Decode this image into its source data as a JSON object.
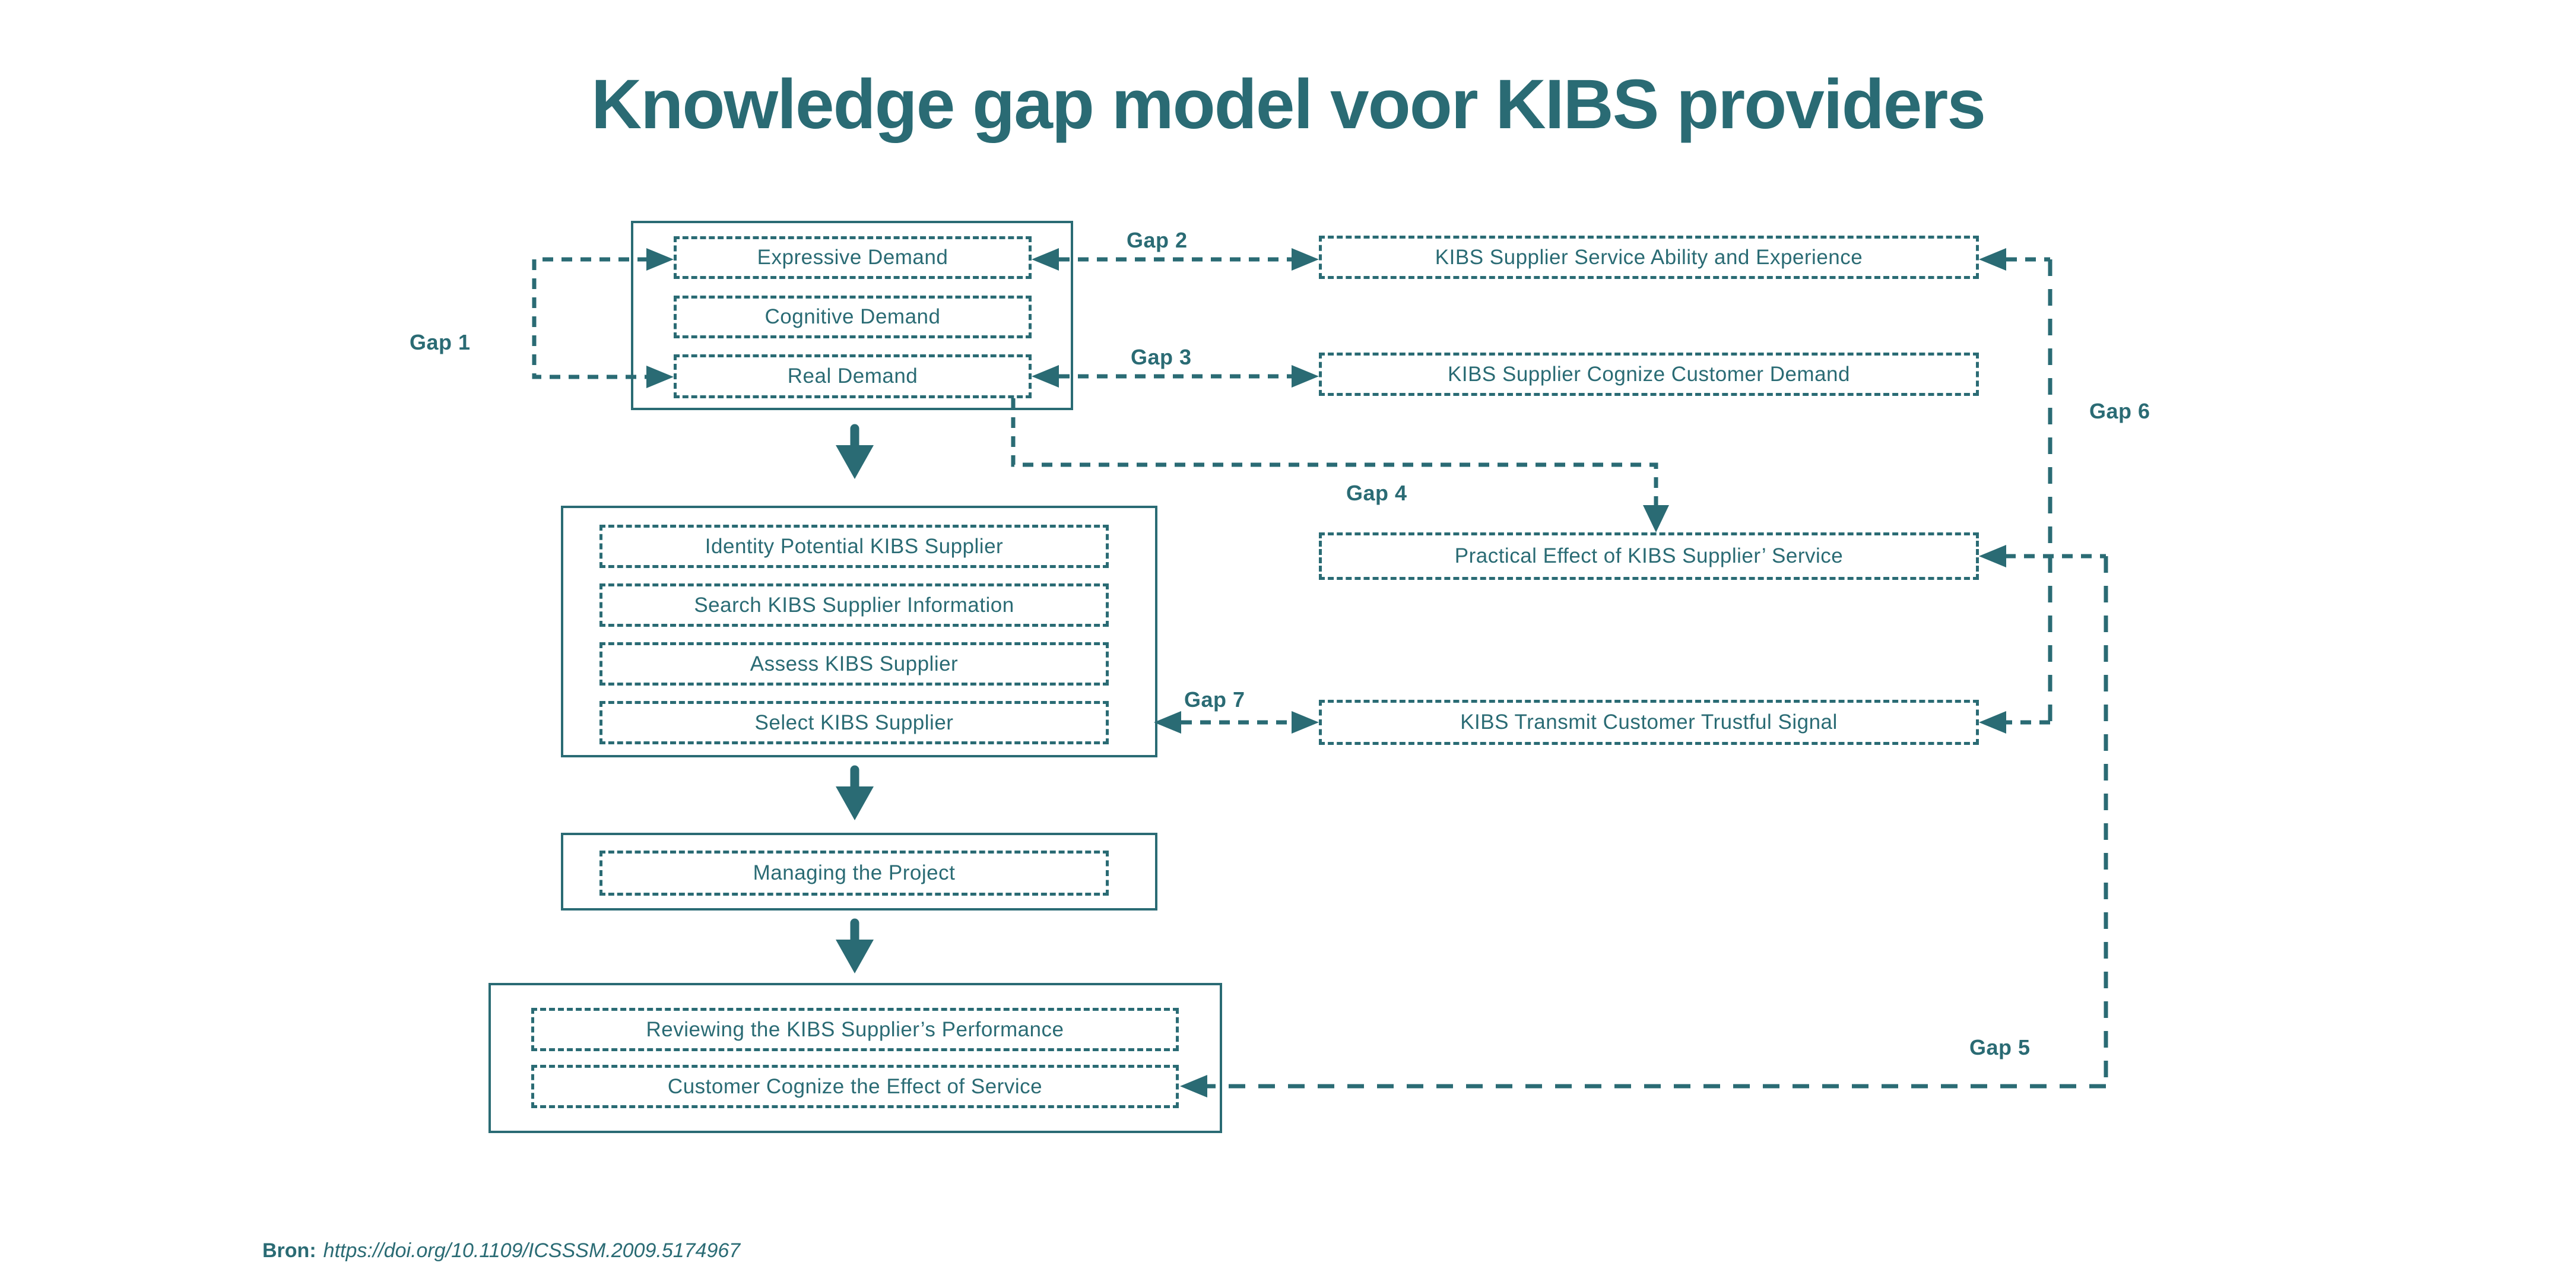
{
  "title": "Knowledge gap model voor KIBS providers",
  "theme": {
    "accent": "#2a6b74",
    "background": "#ffffff"
  },
  "nodes": {
    "expressive_demand": "Expressive Demand",
    "cognitive_demand": "Cognitive Demand",
    "real_demand": "Real Demand",
    "supplier_ability": "KIBS Supplier Service Ability and Experience",
    "supplier_cognize_demand": "KIBS Supplier Cognize Customer Demand",
    "identity_potential": "Identity Potential KIBS Supplier",
    "search_information": "Search KIBS Supplier Information",
    "assess_supplier": "Assess KIBS Supplier",
    "select_supplier": "Select KIBS Supplier",
    "practical_effect": "Practical Effect of KIBS Supplier’ Service",
    "transmit_signal": "KIBS Transmit Customer Trustful Signal",
    "managing_project": "Managing the Project",
    "reviewing_performance": "Reviewing the KIBS Supplier’s Performance",
    "customer_cognize_effect": "Customer Cognize the Effect of Service"
  },
  "gaps": {
    "gap1": "Gap 1",
    "gap2": "Gap 2",
    "gap3": "Gap 3",
    "gap4": "Gap 4",
    "gap5": "Gap 5",
    "gap6": "Gap 6",
    "gap7": "Gap 7"
  },
  "source": {
    "label": "Bron:",
    "url": "https://doi.org/10.1109/ICSSSM.2009.5174967"
  }
}
